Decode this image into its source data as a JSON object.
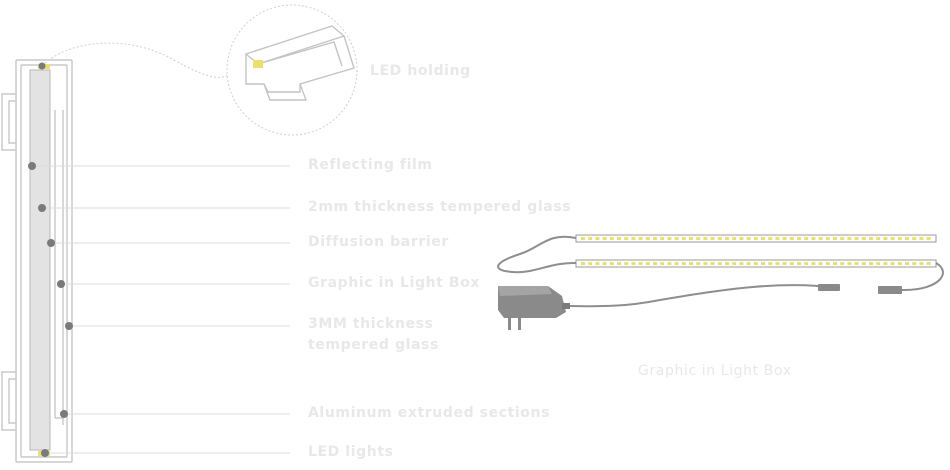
{
  "labels": {
    "led_holding": "LED holding",
    "reflecting_film": "Reflecting film",
    "glass_2mm": "2mm thickness tempered glass",
    "diffusion_barrier": "Diffusion barrier",
    "graphic": "Graphic in Light Box",
    "glass_3mm_line1": "3MM thickness",
    "glass_3mm_line2": "tempered glass",
    "aluminum": "Aluminum extruded sections",
    "led_lights": "LED lights",
    "right_caption": "Graphic in Light Box"
  },
  "colors": {
    "frame_stroke": "#c8c8c8",
    "glass_fill": "#e3e3e3",
    "dot": "#7a7a7a",
    "led_yellow": "#e8e070",
    "cable": "#8e8e8e",
    "adapter": "#8a8a8a",
    "label_text": "#e8e8e8"
  }
}
